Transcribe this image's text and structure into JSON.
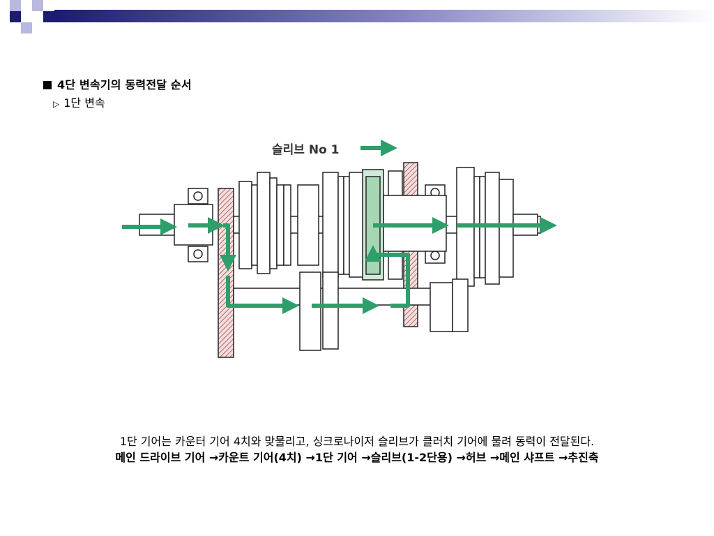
{
  "slide": {
    "heading": "4단 변속기의 동력전달 순서",
    "subheading": "1단 변속",
    "diagram": {
      "sleeve_label": "슬리브 No 1",
      "arrow_color": "#2e9e6b"
    },
    "caption_line1": "1단 기어는 카운터 기어 4치와 맞물리고, 싱크로나이저 슬리브가 클러치 기어에 물려 동력이 전달된다.",
    "caption_line2": "메인 드라이브 기어 →카운트 기어(4치) →1단 기어 →슬리브(1-2단용) →허브 →메인 샤프트 →추진축"
  },
  "theme": {
    "accent_dark": "#1c1c6e",
    "accent_light": "#9a9ad0"
  }
}
